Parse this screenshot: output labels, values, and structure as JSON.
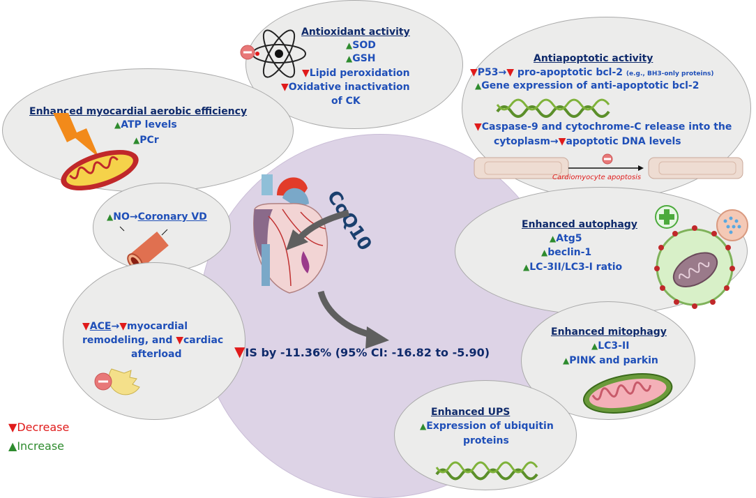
{
  "center": {
    "drug": "CoQ10",
    "result": "IS by -11.36% (95% CI: -16.82 to -5.90)"
  },
  "antioxidant": {
    "title": "Antioxidant activity",
    "items": [
      "SOD",
      "GSH",
      "Lipid peroxidation",
      "Oxidative inactivation",
      "of CK"
    ]
  },
  "antiapoptotic": {
    "title": "Antiapoptotic activity",
    "line1_a": "P53→",
    "line1_b": "pro-apoptotic bcl-2",
    "line1_note": "(e.g., BH3-only proteins)",
    "line2": "Gene expression of anti-apoptotic bcl-2",
    "line3": "Caspase-9 and cytochrome-C release into the",
    "line4_a": "cytoplasm→",
    "line4_b": "apoptotic DNA levels",
    "caption": "Cardiomyocyte apoptosis"
  },
  "aerobic": {
    "title": "Enhanced myocardial aerobic efficiency",
    "items": [
      "ATP levels",
      "PCr"
    ]
  },
  "coronary": {
    "prefix": "NO→",
    "label": "Coronary VD"
  },
  "autophagy": {
    "title": "Enhanced autophagy",
    "items": [
      "Atg5",
      "beclin-1",
      "LC-3II/LC3-I ratio"
    ]
  },
  "ace": {
    "acronym": "ACE",
    "arrow": "→",
    "line1_b": "myocardial",
    "line2_a": "remodeling, and",
    "line2_b": "cardiac",
    "line3": "afterload"
  },
  "mitophagy": {
    "title": "Enhanced mitophagy",
    "items": [
      "LC3-II",
      "PINK and parkin"
    ]
  },
  "ups": {
    "title": "Enhanced UPS",
    "line1": "Expression of ubiquitin",
    "line2": "proteins"
  },
  "legend": {
    "decrease": "Decrease",
    "increase": "Increase"
  },
  "colors": {
    "decrease": "#e01b1b",
    "increase": "#2e8b2e",
    "text_blue": "#1f4fb8",
    "title_navy": "#0f2a6b"
  }
}
